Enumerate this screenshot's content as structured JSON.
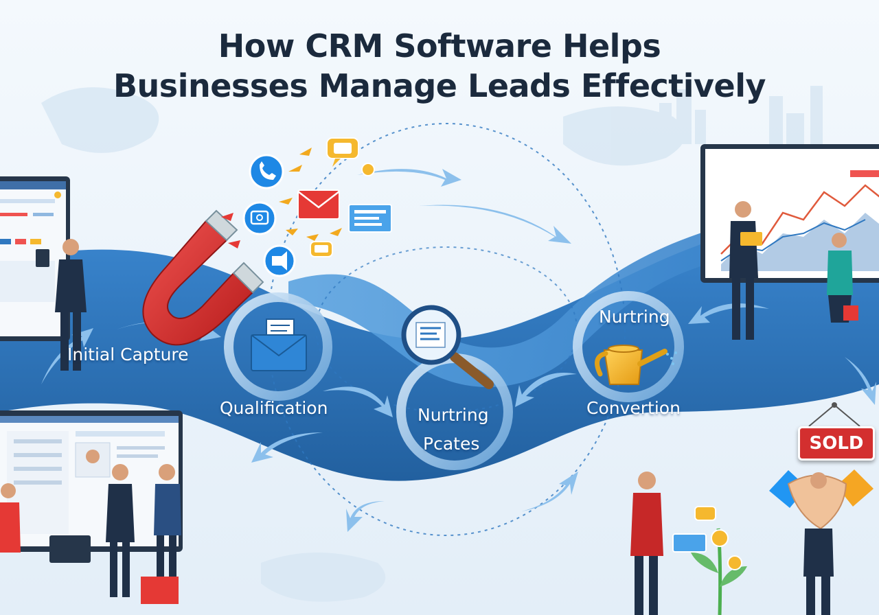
{
  "title": {
    "line1": "How CRM Software Helps",
    "line2": "Businesses Manage Leads Effectively"
  },
  "stages": {
    "initial_capture": "Initial Capture",
    "qualification": "Qualification",
    "nurturing_center_1": "Nurtring",
    "nurturing_center_2": "Pcates",
    "nurturing_right": "Nurtring",
    "conversion": "Convertion"
  },
  "sign": {
    "sold": "SOLD"
  },
  "colors": {
    "background": "#eaf3fa",
    "ribbon": "#2f78c0",
    "ribbon_light": "#5aa0de",
    "title": "#1b2a3d",
    "magnet_red": "#d32f2f",
    "sold_red": "#d32f2f",
    "envelope_red": "#e53935",
    "icon_blue": "#1e88e5",
    "bubble_yellow": "#f5b82e",
    "watering_can": "#f2a91e"
  },
  "icons": [
    "magnet-icon",
    "phone-icon",
    "email-at-icon",
    "megaphone-icon",
    "envelope-icon",
    "chat-bubble-icon",
    "magnifier-icon",
    "watering-can-icon",
    "handshake-icon",
    "plant-icon"
  ]
}
